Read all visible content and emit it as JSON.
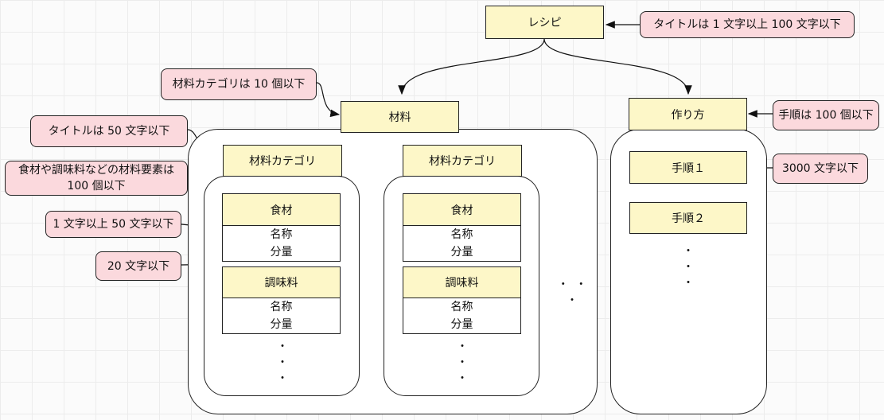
{
  "recipe": {
    "label": "レシピ"
  },
  "ingredients": {
    "label": "材料"
  },
  "method": {
    "label": "作り方"
  },
  "category": {
    "label": "材料カテゴリ"
  },
  "ingredient_group": {
    "label": "食材"
  },
  "seasoning_group": {
    "label": "調味料"
  },
  "fields": {
    "name": "名称",
    "amount": "分量"
  },
  "steps": [
    "手順１",
    "手順２"
  ],
  "ellipsis_vertical": [
    "・",
    "・",
    "・"
  ],
  "ellipsis_horizontal": "・ ・ ・",
  "notes": {
    "recipe_title": "タイトルは 1 文字以上 100 文字以下",
    "category_count": "材料カテゴリは 10 個以下",
    "category_title": "タイトルは 50 文字以下",
    "element_count_line1": "食材や調味料などの材料要素は",
    "element_count_line2": "100 個以下",
    "name_length": "1 文字以上 50 文字以下",
    "amount_length": "20 文字以下",
    "step_count": "手順は 100 個以下",
    "step_length": "3000 文字以下"
  }
}
